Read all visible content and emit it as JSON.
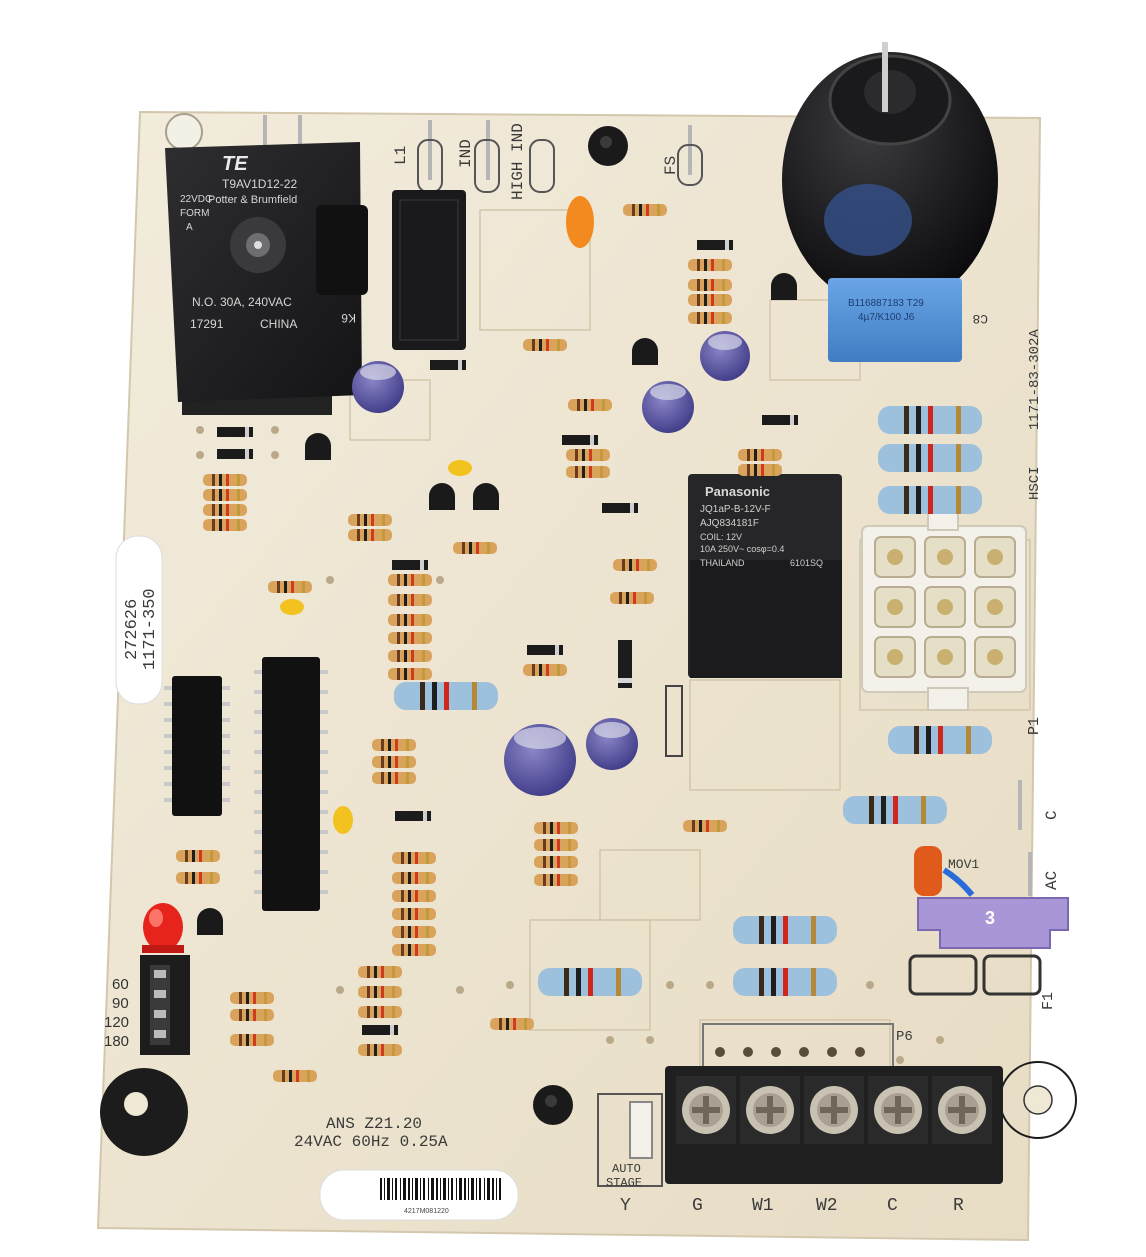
{
  "board": {
    "part_no_1": "272626",
    "part_no_2": "1171-350",
    "model_code": "1171-83-302A",
    "brand": "HSCI",
    "rating_1": "ANS  Z21.20",
    "rating_2": "24VAC  60Hz  0.25A",
    "barcode_text": "4217M081220"
  },
  "relay_k6": {
    "brand": "TE",
    "model": "T9AV1D12-22",
    "maker": "Potter & Brumfield",
    "spec_1": "22VDC",
    "spec_2": "FORM",
    "spec_3": "A",
    "rating": "N.O. 30A, 240VAC",
    "lot": "17291",
    "origin": "CHINA",
    "designator": "K6"
  },
  "relay_k1": {
    "brand": "Panasonic",
    "model": "JQ1aP-B-12V-F",
    "lot": "AJQ834181F",
    "coil": "COIL: 12V",
    "rating": "10A 250V~ cosφ=0.4",
    "origin": "THAILAND",
    "date": "6101SQ"
  },
  "capacitor": {
    "label_1": "B116887183  T29",
    "label_2": "4µ7/K100  J6",
    "designator": "C8"
  },
  "fuse": {
    "label": "3",
    "designator": "F1"
  },
  "top_terminals": [
    "L1",
    "IND",
    "HIGH IND",
    "FS"
  ],
  "bottom_terminals": [
    "Y",
    "G",
    "W1",
    "W2",
    "C",
    "R"
  ],
  "selector_labels": [
    "60",
    "90",
    "120",
    "180"
  ],
  "stage_label_1": "AUTO",
  "stage_label_2": "STAGE",
  "side_labels": {
    "c": "C",
    "ac": "AC",
    "p1": "P1",
    "p6": "P6",
    "mov": "MOV1"
  },
  "colors": {
    "pcb": "#eee6d3",
    "relay_black": "#1d1d1f",
    "capacitor_blue": "#4f8fd3",
    "fuse_purple": "#a996d6",
    "led_red": "#e6241c",
    "connector_white": "#f3f1ea"
  }
}
